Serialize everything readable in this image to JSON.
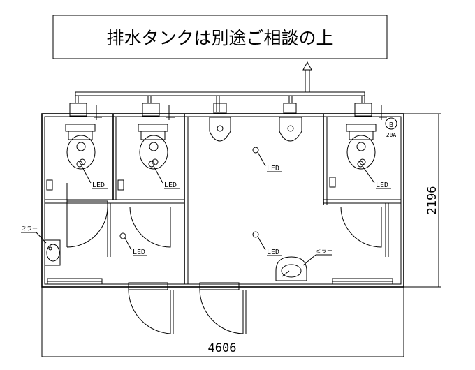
{
  "note": {
    "text": "排水タンクは別途ご相談の上"
  },
  "dimensions": {
    "width": "4606",
    "depth": "2196"
  },
  "labels": {
    "led": "LED",
    "mirror": "ミラー",
    "breaker_letter": "B",
    "breaker_rating": "20A"
  }
}
